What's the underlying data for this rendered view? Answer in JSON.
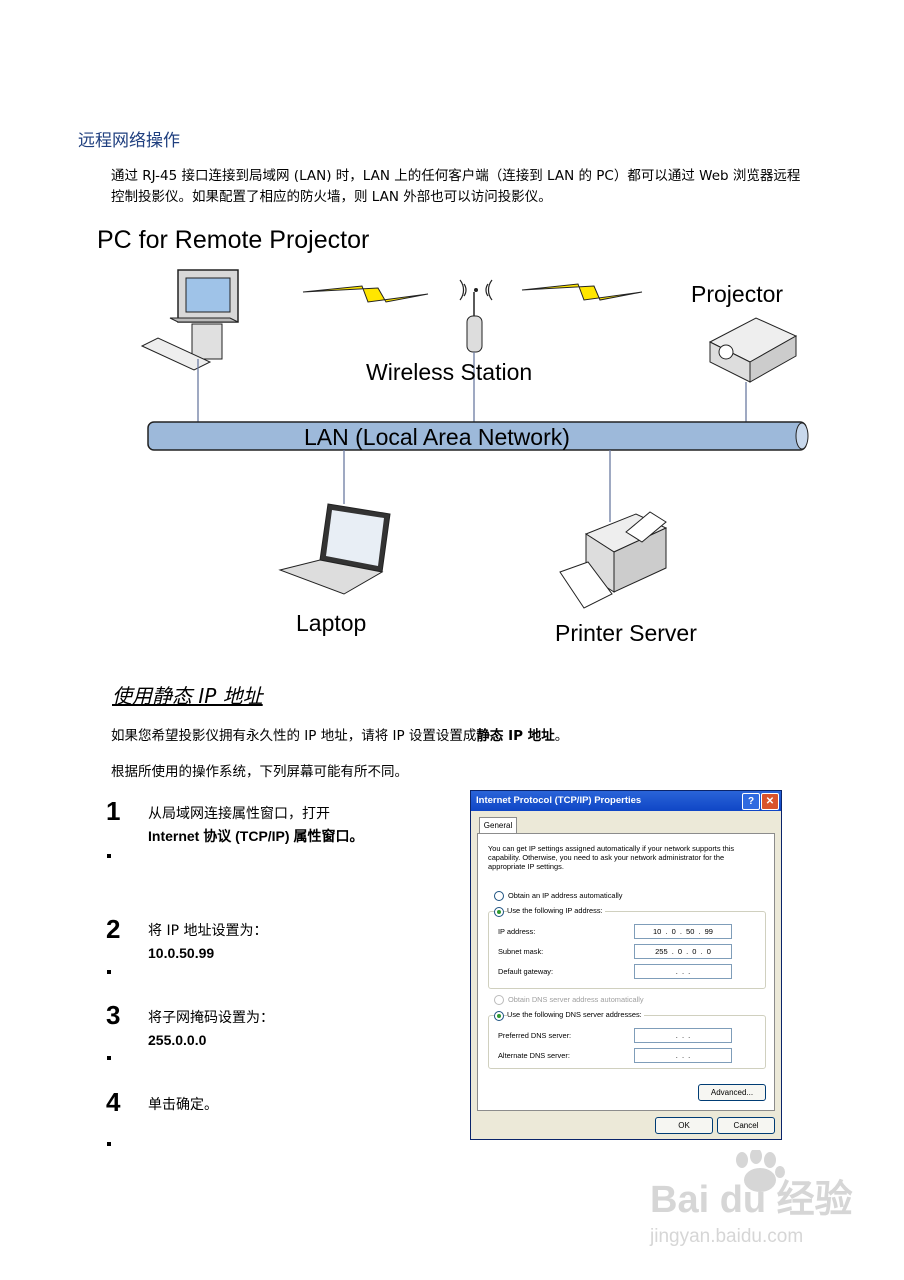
{
  "section_title": "远程网络操作",
  "intro_text": "通过 RJ-45 接口连接到局域网 (LAN) 时，LAN 上的任何客户端（连接到 LAN 的 PC）都可以通过 Web 浏览器远程控制投影仪。如果配置了相应的防火墙，则 LAN 外部也可以访问投影仪。",
  "diagram": {
    "title": "PC for Remote Projector",
    "wireless_label": "Wireless Station",
    "projector_label": "Projector",
    "lan_label": "LAN (Local Area Network)",
    "laptop_label": "Laptop",
    "printer_label": "Printer Server"
  },
  "subsection_title": "使用静态 IP 地址",
  "para1_prefix": "如果您希望投影仪拥有永久性的 IP 地址，请将 IP 设置设置成",
  "para1_bold": "静态 IP 地址",
  "para1_suffix": "。",
  "para2": "根据所使用的操作系统，下列屏幕可能有所不同。",
  "steps": [
    {
      "num": "1",
      "line1": "从局域网连接属性窗口，打开",
      "line2": "Internet 协议 (TCP/IP) 属性窗口。"
    },
    {
      "num": "2",
      "line1": "将 IP 地址设置为：",
      "line2": "10.0.50.99"
    },
    {
      "num": "3",
      "line1": "将子网掩码设置为：",
      "line2": "255.0.0.0"
    },
    {
      "num": "4",
      "line1": "单击确定。",
      "line2": ""
    }
  ],
  "dialog": {
    "title": "Internet Protocol (TCP/IP) Properties",
    "help": "?",
    "close": "✕",
    "tab": "General",
    "description": "You can get IP settings assigned automatically if your network supports this capability. Otherwise, you need to ask your network administrator for the appropriate IP settings.",
    "opt_auto_ip": "Obtain an IP address automatically",
    "opt_manual_ip": "Use the following IP address:",
    "ip_label": "IP address:",
    "ip_value": "10 . 0 . 50 . 99",
    "mask_label": "Subnet mask:",
    "mask_value": "255 . 0 . 0 . 0",
    "gateway_label": "Default gateway:",
    "gateway_value": ". . .",
    "opt_auto_dns": "Obtain DNS server address automatically",
    "opt_manual_dns": "Use the following DNS server addresses:",
    "pref_dns_label": "Preferred DNS server:",
    "pref_dns_value": ". . .",
    "alt_dns_label": "Alternate DNS server:",
    "alt_dns_value": ". . .",
    "advanced": "Advanced...",
    "ok": "OK",
    "cancel": "Cancel"
  },
  "watermark": {
    "brand": "Bai du 经验",
    "url": "jingyan.baidu.com"
  }
}
